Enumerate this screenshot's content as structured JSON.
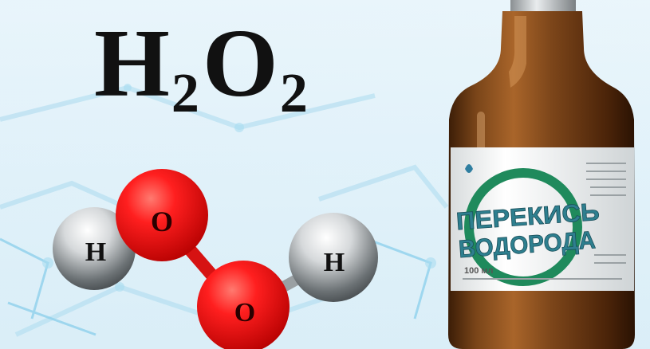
{
  "formula": {
    "h": "H",
    "h_sub": "2",
    "o": "O",
    "o_sub": "2"
  },
  "molecule": {
    "atom_h": "H",
    "atom_o": "O"
  },
  "bottle": {
    "line1": "ПЕРЕКИСЬ",
    "line2": "ВОДОРОДА",
    "volume": "100 мл"
  },
  "colors": {
    "oxygen": "#e8141a",
    "hydrogen": "#8e9396",
    "glass": "#6b3a14",
    "label_ring": "#1f8a5c"
  }
}
